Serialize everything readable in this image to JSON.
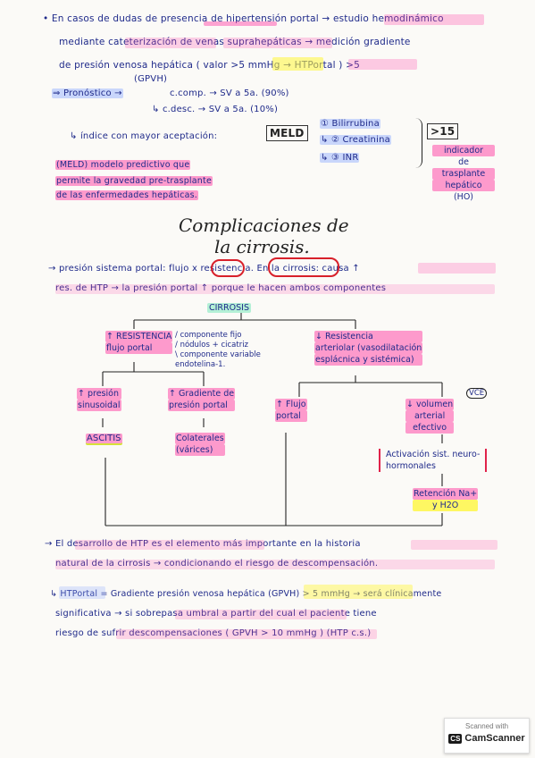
{
  "paragraph1": {
    "line1": "• En casos de dudas de presencia de hipertensión portal → estudio hemodinámico",
    "line2": "mediante cateterización de venas suprahepáticas → medición gradiente",
    "line3": "de presión venosa hepática ( valor >5 mmHg → HTPortal ) >5",
    "gpvh": "(GPVH)"
  },
  "prognosis": {
    "label": "⇒ Pronóstico →",
    "comp": "c.comp. → SV a 5a. (90%)",
    "decomp": "↳ c.desc. → SV a 5a. (10%)",
    "index": "↳ índice con mayor aceptación:",
    "meld": "MELD",
    "items": [
      "① Bilirrubina",
      "↳ ② Creatinina",
      "↳ ③ INR"
    ],
    "threshold": ">15",
    "indic": [
      "indicador",
      "de",
      "trasplante",
      "hepático"
    ],
    "indic_note": "(HO)",
    "meld_desc_1": "(MELD) modelo predictivo que",
    "meld_desc_2": "permite la gravedad pre-trasplante",
    "meld_desc_3": "de las enfermedades hepáticas."
  },
  "section_title_1": "Complicaciones de",
  "section_title_2": "la cirrosis.",
  "paragraph2": {
    "line1": "→ presión sistema portal: flujo x resistencia. En la cirrosis: causa ↑",
    "line2": "res. de HTP → la presión portal ↑ porque le hacen ambos componentes"
  },
  "tree": {
    "root": "CIRROSIS",
    "left_parent": [
      "↑ RESISTENCIA",
      "flujo portal"
    ],
    "left_notes": [
      "/ componente fijo",
      "/ nódulos + cicatriz",
      "\\ componente variable",
      "  endotelina-1."
    ],
    "right_parent": [
      "↓ Resistencia",
      "arteriolar (vasodilatación",
      "esplácnica y sistémica)"
    ],
    "ll1": [
      "↑ presión",
      "sinusoidal"
    ],
    "ll2": "ASCITIS",
    "lr1": [
      "↑ Gradiente de",
      "presión portal"
    ],
    "lr2": [
      "Colaterales",
      "(várices)"
    ],
    "rl1": [
      "↑ Flujo",
      "portal"
    ],
    "rr1": [
      "↓ volumen",
      "arterial",
      "efectivo"
    ],
    "vce": "VCE",
    "rr2": [
      "Activación sist. neuro-",
      "hormonales"
    ],
    "rr3": [
      "Retención Na+",
      "y H2O"
    ]
  },
  "paragraph3": {
    "line1": "→ El desarrollo de HTP es el elemento más importante en la historia",
    "line2": "natural de la cirrosis → condicionando el riesgo de descompensación.",
    "line3": "↳ HTPortal = Gradiente presión venosa hepática (GPVH) > 5 mmHg → será clínicamente",
    "line4": "significativa → si sobrepasa umbral a partir del cual el paciente tiene",
    "line5": "riesgo de sufrir descompensaciones ( GPVH > 10 mmHg ) (HTP c.s.)"
  },
  "scanner": {
    "top": "Scanned with",
    "badge": "CS",
    "brand": "CamScanner"
  },
  "colors": {
    "ink": "#1f2a8a",
    "pink": "#ff4aaa",
    "yellow": "#fff63c",
    "green": "#96ebc8",
    "red": "#d8202a"
  }
}
